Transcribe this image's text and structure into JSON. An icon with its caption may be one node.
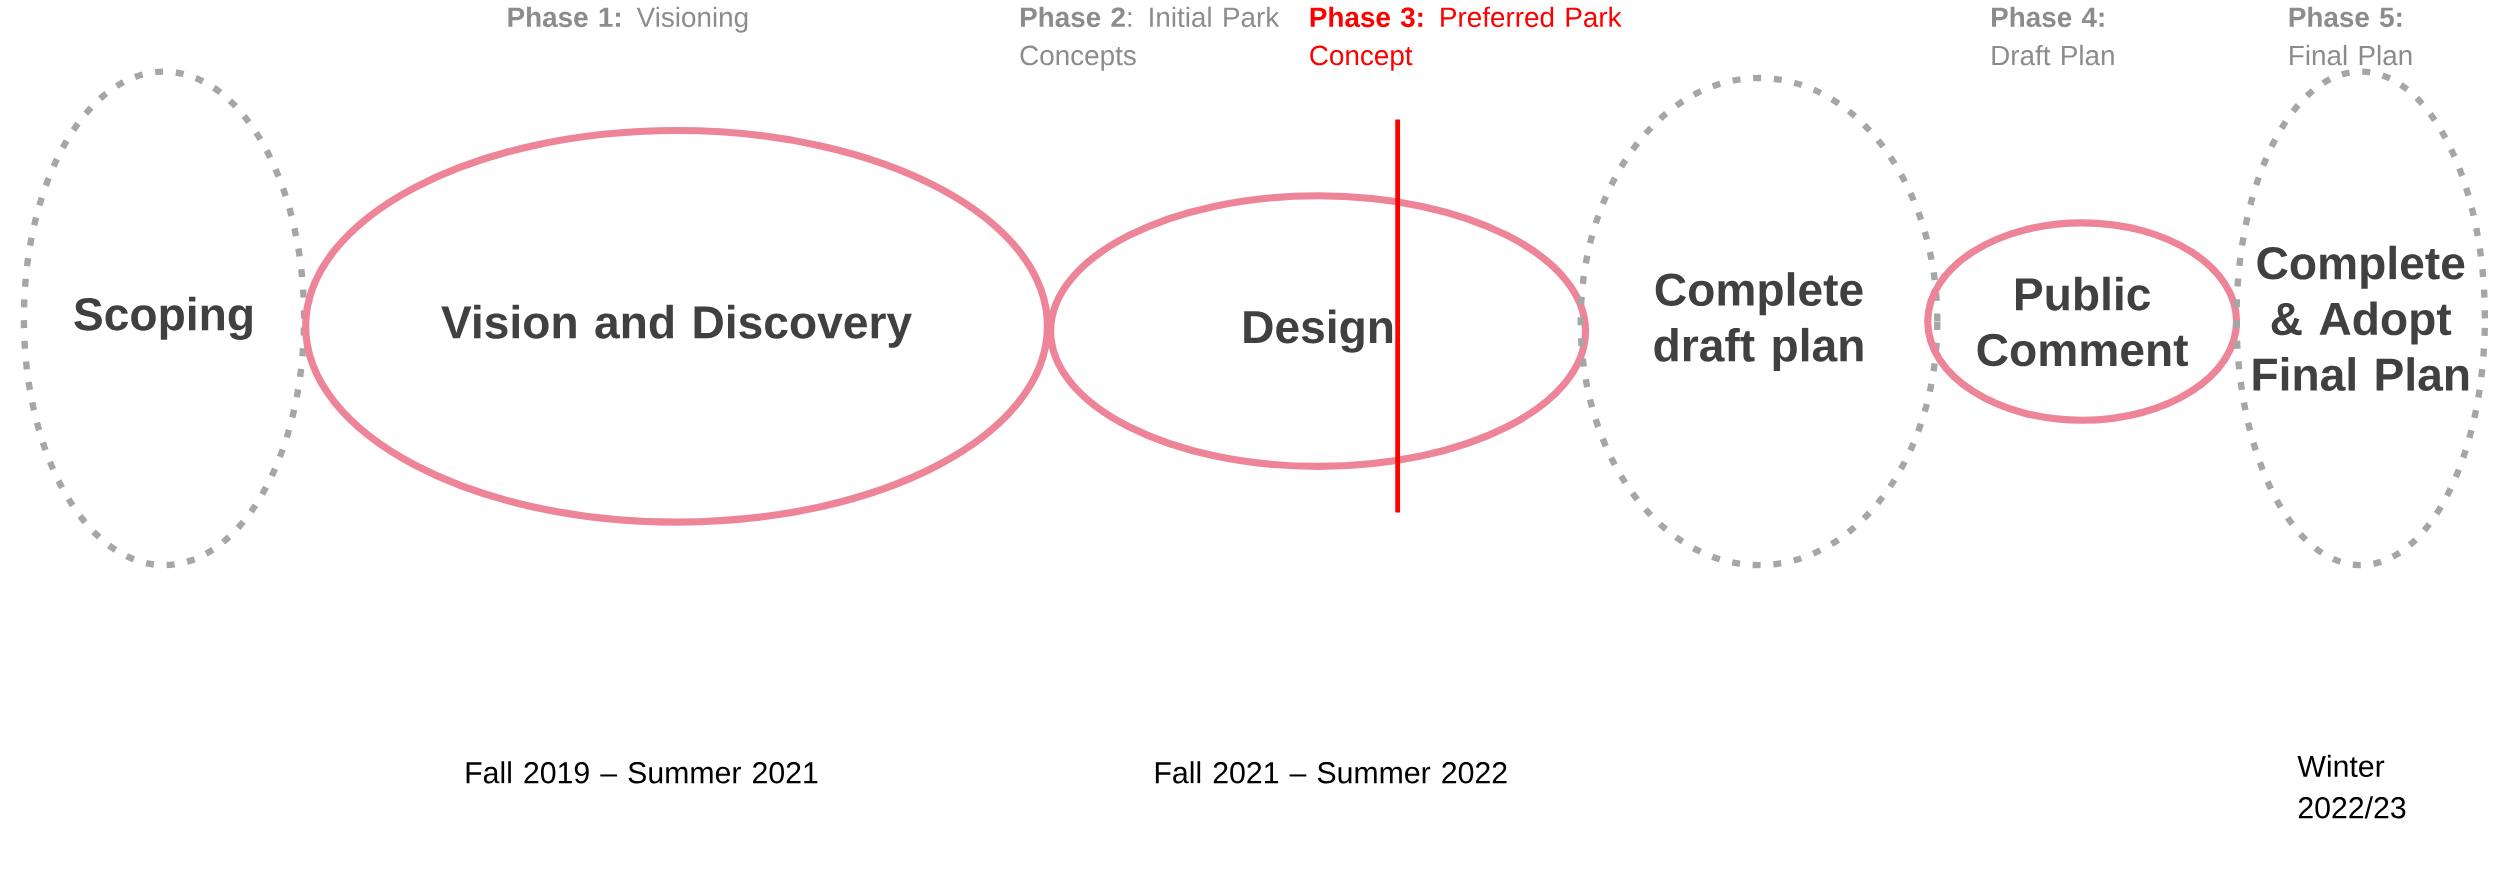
{
  "diagram": {
    "nodes": [
      {
        "text": [
          "Scoping"
        ]
      },
      {
        "text": [
          "Vision and Discovery"
        ]
      },
      {
        "text": [
          "Design"
        ]
      },
      {
        "text": [
          "Complete draft plan"
        ]
      },
      {
        "text": [
          "Public Comment"
        ]
      },
      {
        "text": [
          "Complete & Adopt Final Plan"
        ]
      }
    ],
    "labels": [
      "**Phase 1:** Visioning",
      "**Phase 2**: Initial Park Concepts",
      "**Phase 3:** Preferred Park Concept",
      "**Phase 4:** Draft Plan",
      "**Phase 5:** Final Plan",
      "Fall 2019 – Summer 2021",
      "Fall 2021 – Summer 2022",
      "Winter 2022/23"
    ]
  }
}
